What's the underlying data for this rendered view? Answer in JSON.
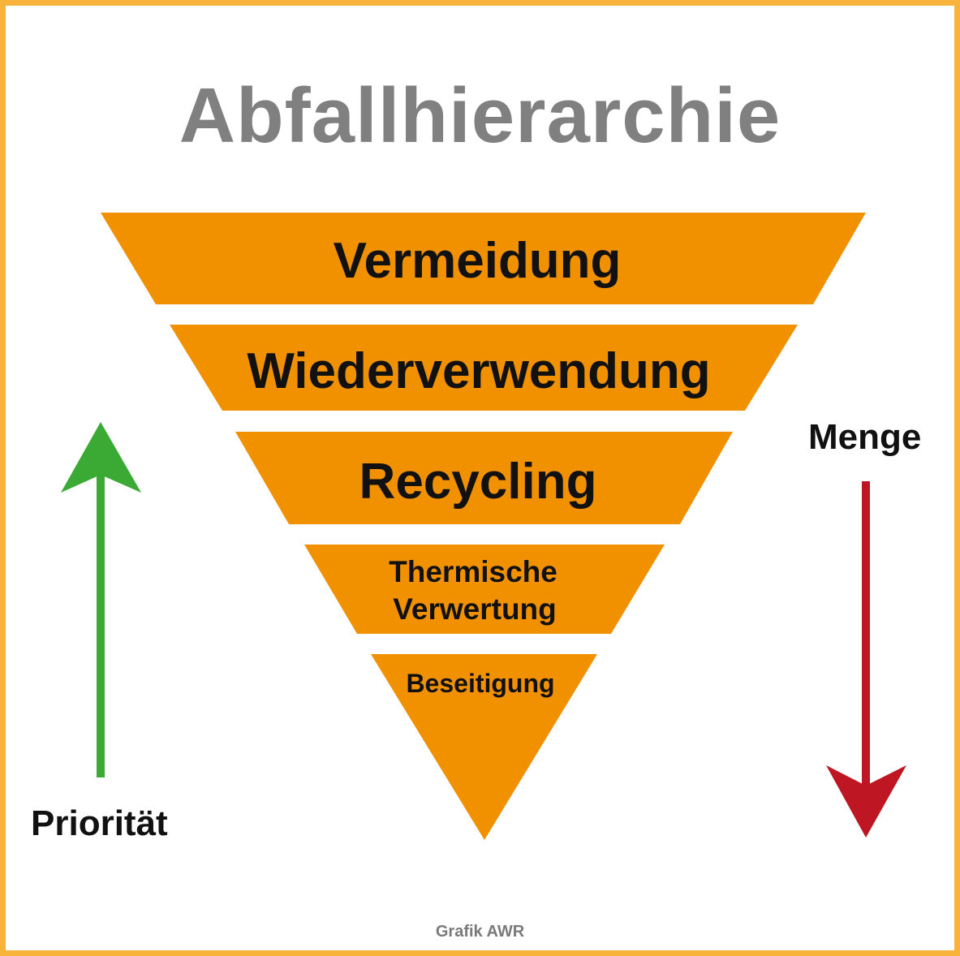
{
  "title": "Abfallhierarchie",
  "levels": [
    {
      "label": "Vermeidung"
    },
    {
      "label": "Wiederverwendung"
    },
    {
      "label": "Recycling"
    },
    {
      "label_line1": "Thermische",
      "label_line2": "Verwertung"
    },
    {
      "label": "Beseitigung"
    }
  ],
  "arrows": {
    "priority": {
      "label": "Priorität",
      "direction": "up",
      "color": "#3aaa35"
    },
    "amount": {
      "label": "Menge",
      "direction": "down",
      "color": "#be1622"
    }
  },
  "credit": "Grafik AWR",
  "colors": {
    "frame": "#f8b33a",
    "level_fill": "#f29100",
    "title": "#808080"
  }
}
